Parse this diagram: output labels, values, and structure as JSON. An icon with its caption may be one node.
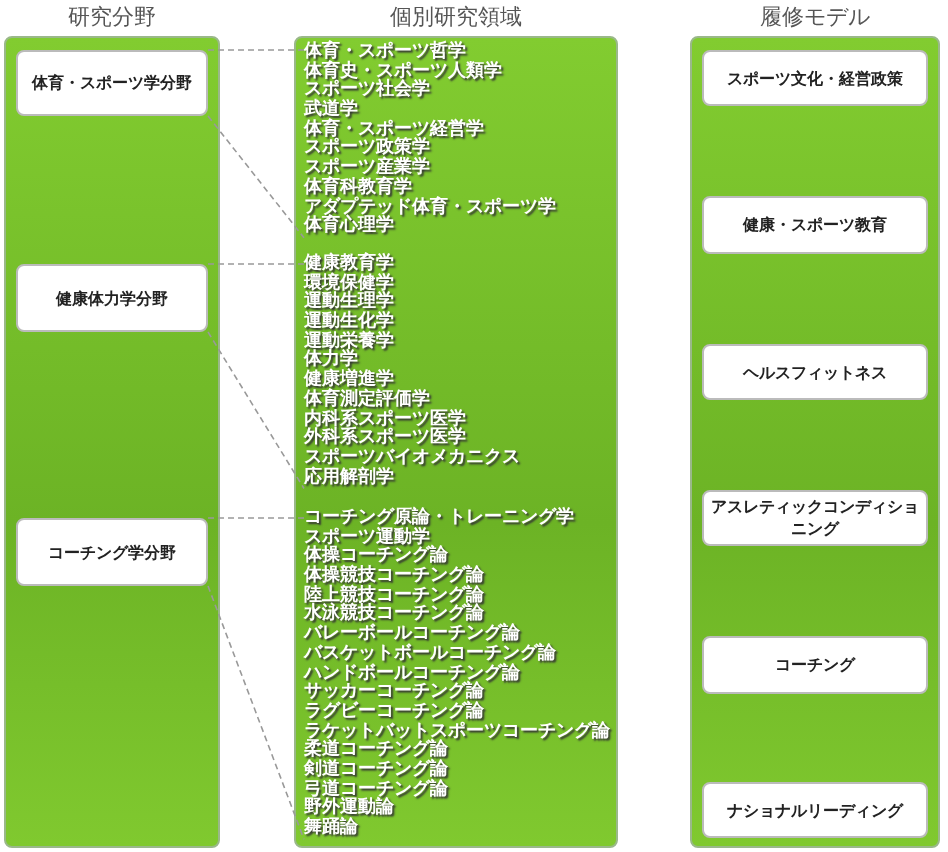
{
  "diagram": {
    "nodes": [
      {
        "text": [
          "研究分野"
        ]
      },
      {
        "text": [
          "体育・スポーツ学分野"
        ],
        "in": 0
      },
      {
        "text": [
          "健康体力学分野"
        ],
        "in": 0
      },
      {
        "text": [
          "コーチング学分野"
        ],
        "in": 0
      },
      {
        "text": [
          "個別研究領域"
        ]
      },
      {
        "text": [
          "体育・スポーツ哲学",
          "体育史・スポーツ人類学",
          "スポーツ社会学",
          "武道学",
          "体育・スポーツ経営学",
          "スポーツ政策学",
          "スポーツ産業学",
          "体育科教育学",
          "アダプテッド体育・スポーツ学",
          "体育心理学"
        ],
        "in": 4
      },
      {
        "text": [
          "健康教育学",
          "環境保健学",
          "運動生理学",
          "運動生化学",
          "運動栄養学",
          "体力学",
          "健康増進学",
          "体育測定評価学",
          "内科系スポーツ医学",
          "外科系スポーツ医学",
          "スポーツバイオメカニクス",
          "応用解剖学"
        ],
        "in": 4
      },
      {
        "text": [
          "コーチング原論・トレーニング学",
          "スポーツ運動学",
          "体操コーチング論",
          "体操競技コーチング論",
          "陸上競技コーチング論",
          "水泳競技コーチング論",
          "バレーボールコーチング論",
          "バスケットボールコーチング論",
          "ハンドボールコーチング論",
          "サッカーコーチング論",
          "ラグビーコーチング論",
          "ラケットバットスポーツコーチング論",
          "柔道コーチング論",
          "剣道コーチング論",
          "弓道コーチング論",
          "野外運動論",
          "舞踊論"
        ],
        "in": 4
      },
      {
        "text": [
          "履修モデル"
        ]
      },
      {
        "text": [
          "スポーツ文化・経営政策"
        ],
        "in": 8
      },
      {
        "text": [
          "健康・スポーツ教育"
        ],
        "in": 8
      },
      {
        "text": [
          "ヘルスフィットネス"
        ],
        "in": 8
      },
      {
        "text": [
          "アスレティックコンディショニング"
        ],
        "in": 8
      },
      {
        "text": [
          "コーチング"
        ],
        "in": 8
      },
      {
        "text": [
          "ナショナルリーディング"
        ],
        "in": 8
      }
    ],
    "edges": [
      {
        "from": 1,
        "to": 5,
        "arrow": "none",
        "style": "dashed"
      },
      {
        "from": 1,
        "to": 5,
        "arrow": "none",
        "style": "dashed"
      },
      {
        "from": 2,
        "to": 6,
        "arrow": "none",
        "style": "dashed"
      },
      {
        "from": 2,
        "to": 6,
        "arrow": "none",
        "style": "dashed"
      },
      {
        "from": 3,
        "to": 7,
        "arrow": "none",
        "style": "dashed"
      },
      {
        "from": 3,
        "to": 7,
        "arrow": "none",
        "style": "dashed"
      }
    ]
  }
}
